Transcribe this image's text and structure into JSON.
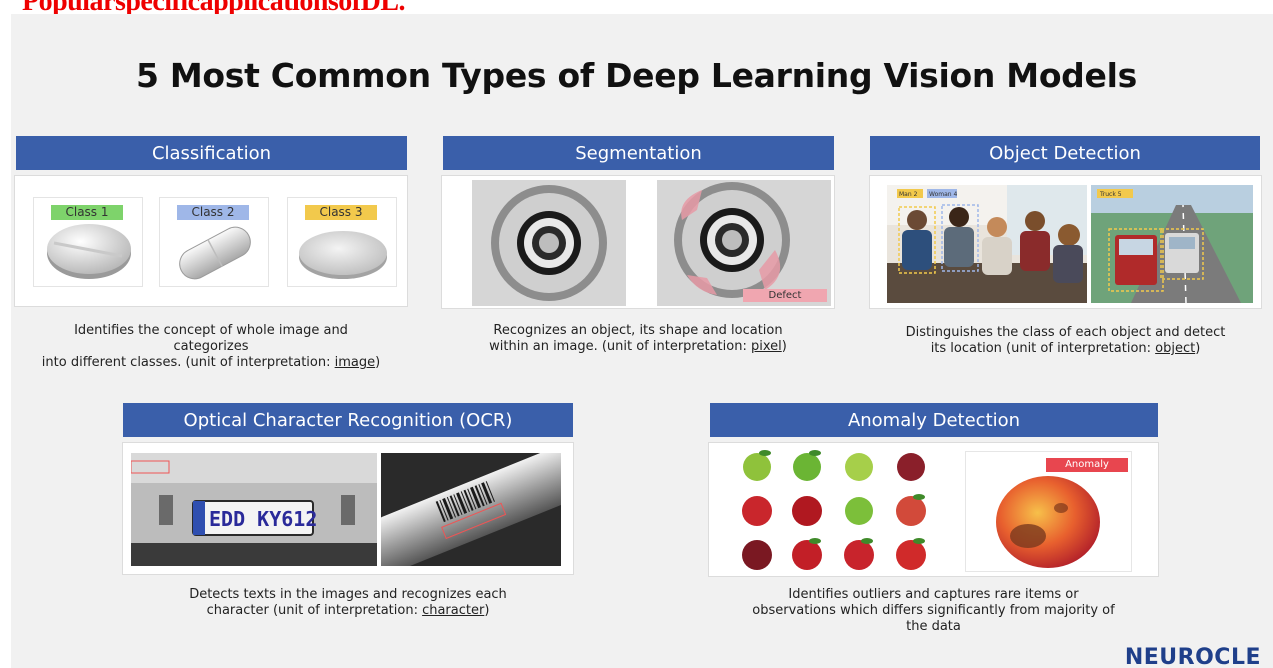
{
  "top_caption": "PopularspecificapplicationsofDL.",
  "title": "5 Most Common Types of Deep Learning Vision Models",
  "brand": "NEUROCLE",
  "sections": {
    "classification": {
      "header": "Classification",
      "classes": [
        "Class 1",
        "Class 2",
        "Class 3"
      ],
      "desc_line1": "Identifies the concept of whole image and",
      "desc_line2": "categorizes",
      "desc_line3": "into different classes. (unit of interpretation: ",
      "desc_unit": "image",
      "desc_end": ")"
    },
    "segmentation": {
      "header": "Segmentation",
      "defect_label": "Defect",
      "desc_line1": "Recognizes an object, its shape and location",
      "desc_line2": "within an image. (unit of interpretation: ",
      "desc_unit": "pixel",
      "desc_end": ")"
    },
    "object_detection": {
      "header": "Object Detection",
      "box_labels": [
        "Man 2",
        "Woman 4",
        "Truck 5"
      ],
      "desc_line1": "Distinguishes the class of each object and detect",
      "desc_line2": "its location (unit of interpretation: ",
      "desc_unit": "object",
      "desc_end": ")"
    },
    "ocr": {
      "header": "Optical Character Recognition (OCR)",
      "plate_text": "EDD KY612",
      "desc_line1": "Detects texts in the images and recognizes each",
      "desc_line2": "character (unit of interpretation: ",
      "desc_unit": "character",
      "desc_end": ")"
    },
    "anomaly": {
      "header": "Anomaly Detection",
      "anomaly_label": "Anomaly",
      "desc_line1": "Identifies outliers and captures rare items or",
      "desc_line2": "observations which differs significantly from majority of",
      "desc_line3": "the data"
    }
  },
  "colors": {
    "header_bg": "#3a5faa",
    "caption_red": "#ee0000",
    "brand_blue": "#1f3f8a",
    "class1_tag": "#7ed36b",
    "class2_tag": "#9fb7e8",
    "class3_tag": "#f2c94c"
  }
}
